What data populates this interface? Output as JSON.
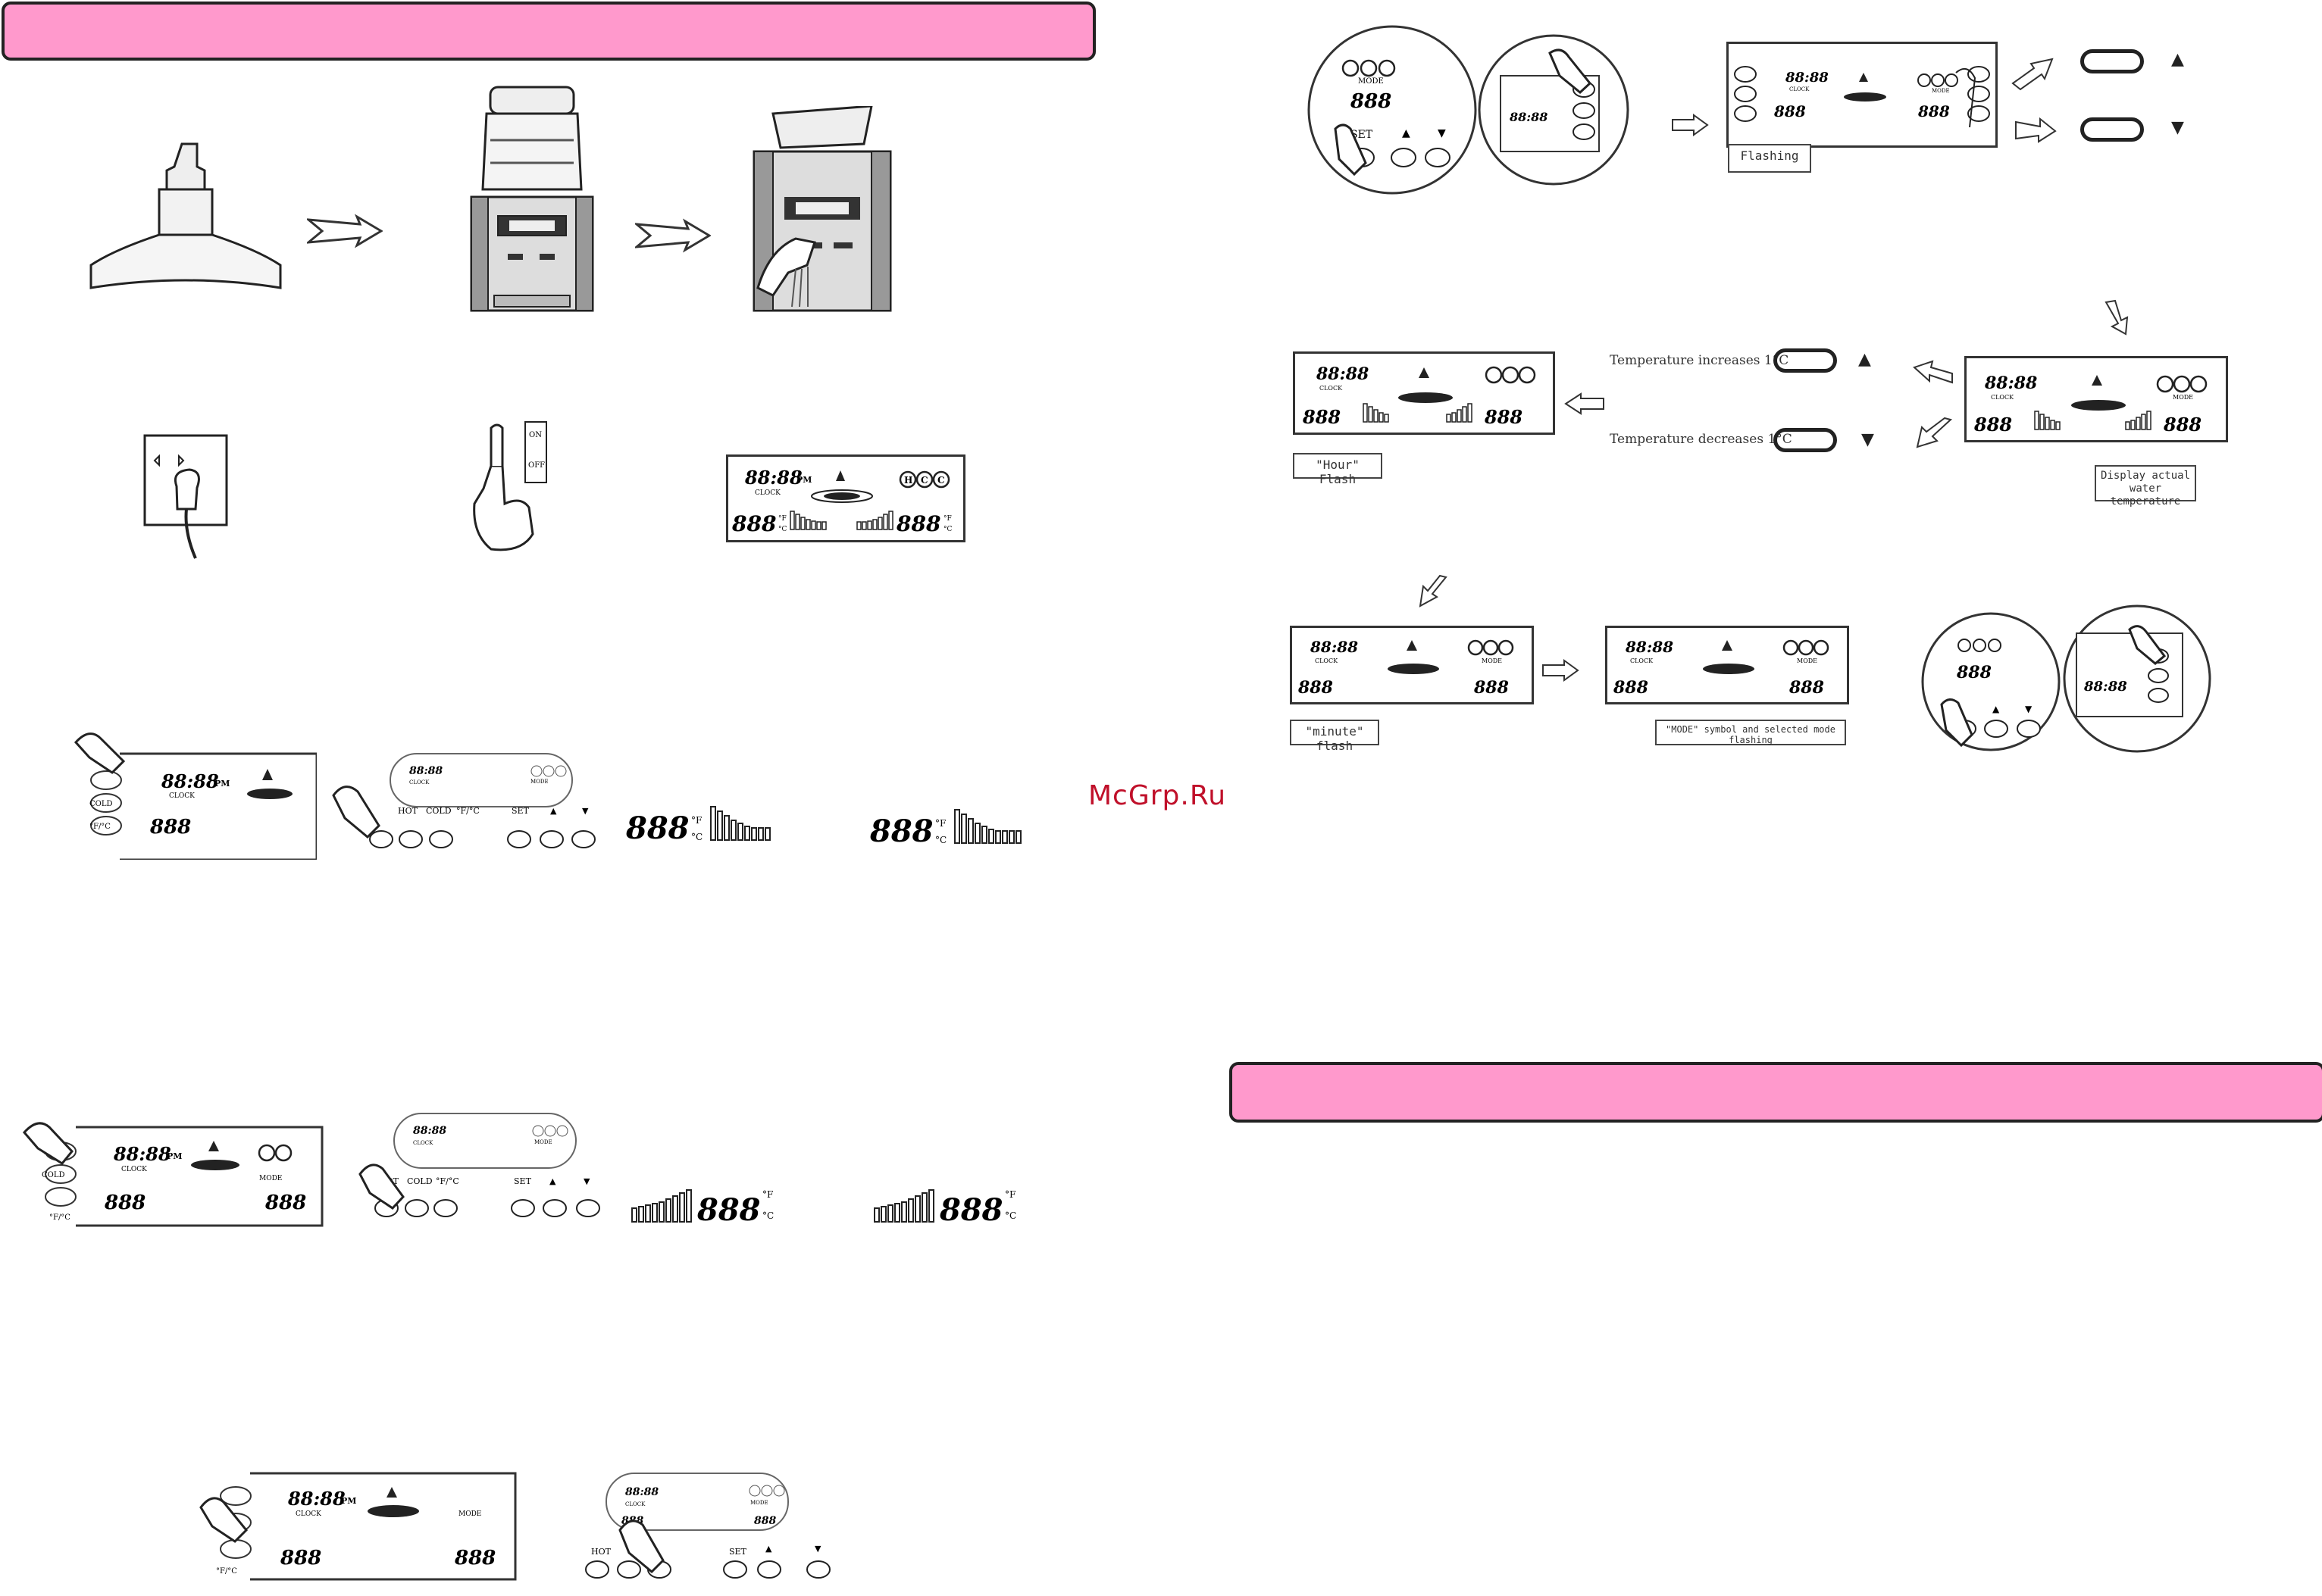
{
  "watermark": "McGrp.Ru",
  "colors": {
    "section_bar": "#ff99cc",
    "watermark": "#c0102a",
    "line": "#222222"
  },
  "lcd": {
    "clock": "88:88",
    "pm": "PM",
    "digits": "888",
    "clock_label": "CLOCK",
    "mode_label": "MODE",
    "mode_icons": [
      "H",
      "C",
      "C"
    ],
    "unit_f": "°F",
    "unit_c": "°C"
  },
  "panel_buttons": {
    "hot": "HOT",
    "cold": "COLD",
    "unit": "°F/°C",
    "set": "SET",
    "up": "▲",
    "down": "▼"
  },
  "switch": {
    "on": "ON",
    "off": "OFF"
  },
  "set_flow": {
    "flashing": "Flashing",
    "temp_increase": "Temperature increases 1°C",
    "temp_decrease": "Temperature decreases 1°C",
    "hour_flash": "\"Hour\" Flash",
    "display_actual": "Display actual water temperature",
    "minute_flash": "\"minute\" flash",
    "mode_flashing": "\"MODE\" symbol and selected mode flashing"
  }
}
